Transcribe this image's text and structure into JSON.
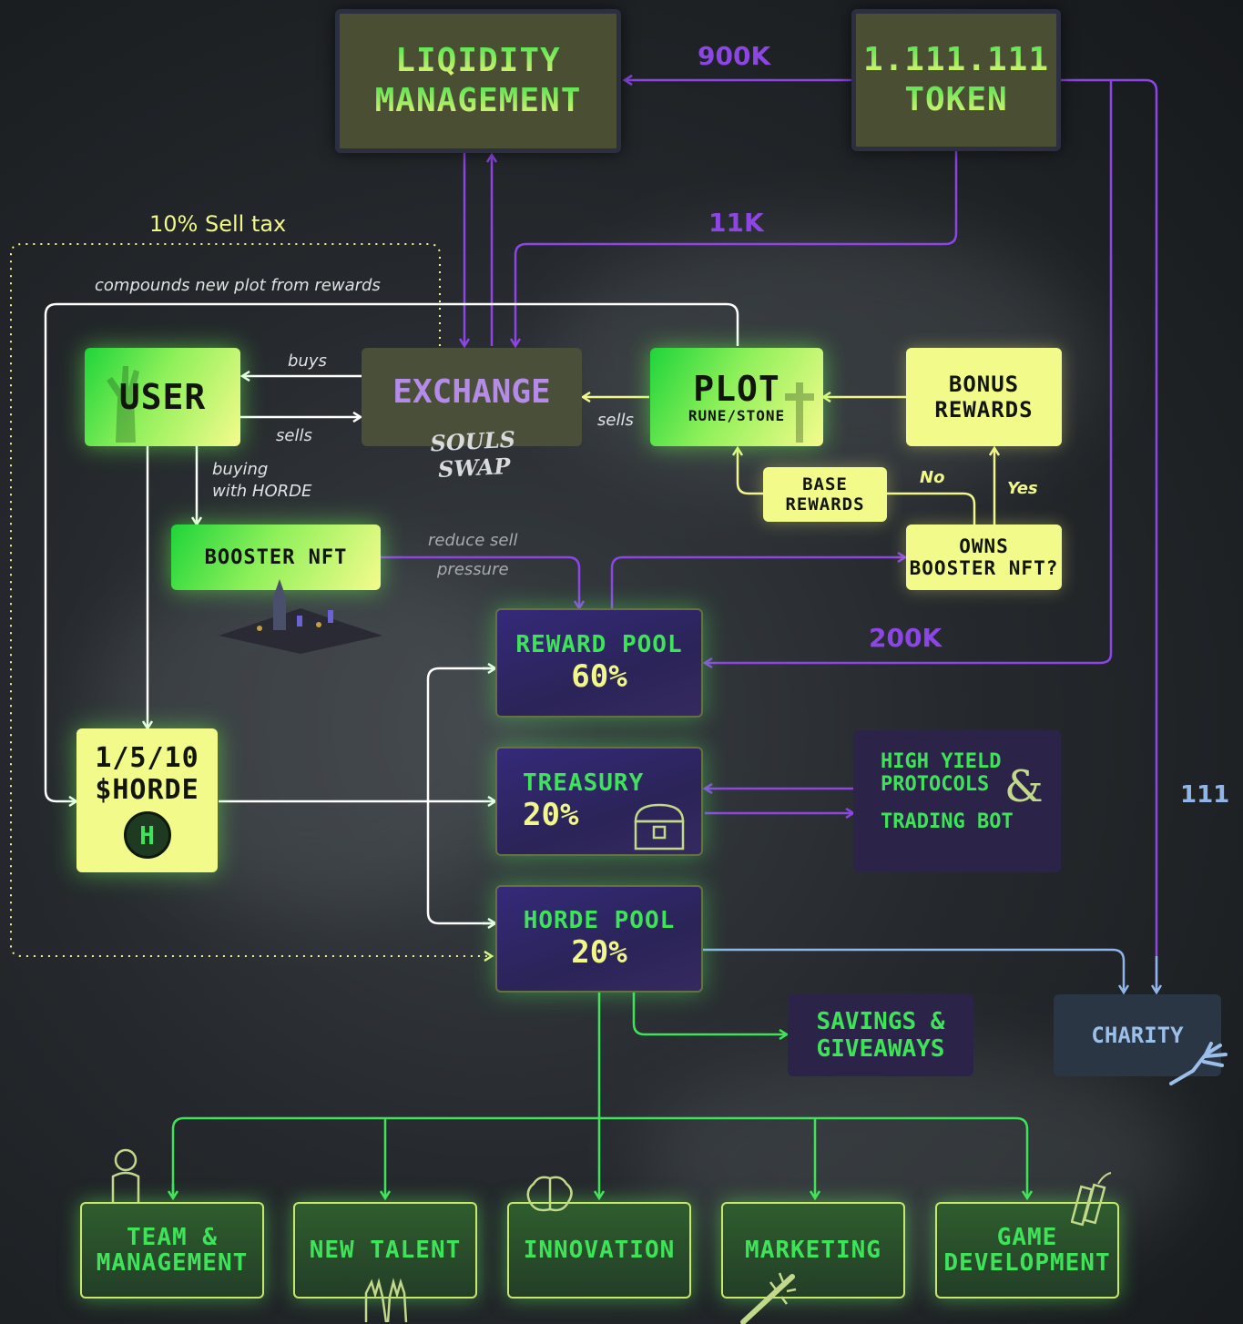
{
  "liquidity": {
    "line1": "LIQIDITY",
    "line2": "MANAGEMENT"
  },
  "token": {
    "line1": "1.111.111",
    "line2": "TOKEN"
  },
  "amounts": {
    "liquidity": "900K",
    "exchange": "11K",
    "reward": "200K",
    "charity": "111"
  },
  "sell_tax": "10% Sell tax",
  "labels": {
    "compounds": "compounds new plot from rewards",
    "buys": "buys",
    "sells_user": "sells",
    "sells_plot": "sells",
    "buying": "buying",
    "with_horde": "with HORDE",
    "reduce_sell": "reduce sell",
    "pressure": "pressure",
    "no": "No",
    "yes": "Yes"
  },
  "user": {
    "label": "USER"
  },
  "exchange": {
    "label": "EXCHANGE",
    "sub": "SOULS SWAP"
  },
  "plot": {
    "label": "PLOT",
    "sub": "RUNE/STONE"
  },
  "bonus": {
    "line1": "BONUS",
    "line2": "REWARDS"
  },
  "base": {
    "line1": "BASE",
    "line2": "REWARDS"
  },
  "owns": {
    "line1": "OWNS",
    "line2": "BOOSTER NFT?"
  },
  "booster": {
    "label": "BOOSTER NFT"
  },
  "horde": {
    "line1": "1/5/10",
    "line2": "$HORDE",
    "coin": "H"
  },
  "reward_pool": {
    "label": "REWARD POOL",
    "pct": "60%"
  },
  "treasury": {
    "label": "TREASURY",
    "pct": "20%"
  },
  "horde_pool": {
    "label": "HORDE POOL",
    "pct": "20%"
  },
  "protocols": {
    "line1": "HIGH YIELD",
    "line2": "PROTOCOLS",
    "amp": "&",
    "line3": "TRADING BOT"
  },
  "savings": {
    "line1": "SAVINGS &",
    "line2": "GIVEAWAYS"
  },
  "charity": {
    "label": "CHARITY"
  },
  "bottom": {
    "team_1": "TEAM &",
    "team_2": "MANAGEMENT",
    "talent": "NEW TALENT",
    "innovation": "INNOVATION",
    "marketing": "MARKETING",
    "game_1": "GAME",
    "game_2": "DEVELOPMENT"
  },
  "colors": {
    "purple_line": "#8b46e4",
    "white_line": "#ffffff",
    "yellow_line": "#f2f78a",
    "green_line": "#3fe35a",
    "blue_line": "#8fb6e6"
  },
  "icons": [
    "zombie-hand-icon",
    "graveyard-icon",
    "tombstone-icon",
    "treasure-chest-icon",
    "snake-icon",
    "severed-hand-icon",
    "zombie-icon",
    "raised-hands-icon",
    "brain-icon",
    "spiked-bat-icon",
    "dynamite-icon"
  ]
}
